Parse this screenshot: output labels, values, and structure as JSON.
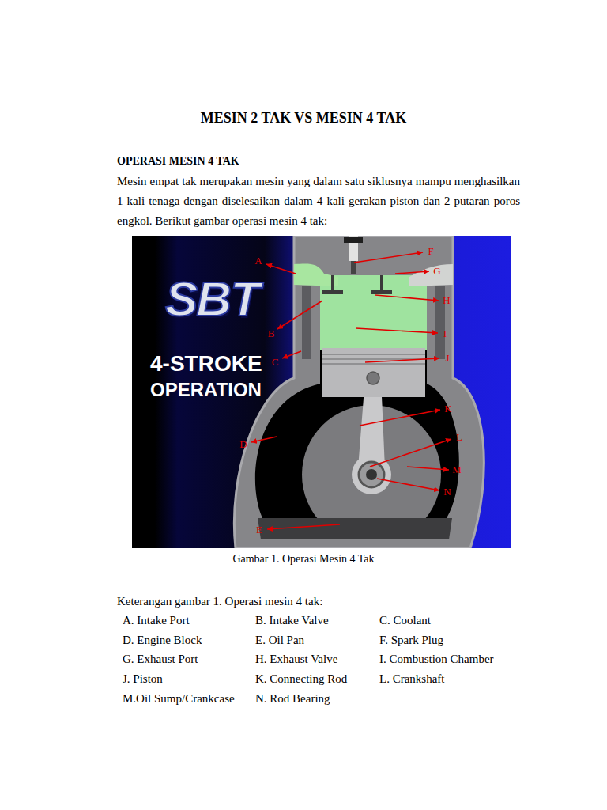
{
  "diagram": {
    "title": "MESIN 2 TAK VS MESIN 4 TAK",
    "caption": "Gambar 1. Operasi Mesin 4 Tak",
    "labels": [
      "OPERASI MESIN 4 TAK",
      "Mesin empat tak merupakan mesin yang dalam satu siklusnya mampu menghasilkan 1 kali tenaga dengan diselesaikan dalam 4 kali gerakan piston dan 2 putaran poros engkol. Berikut gambar operasi mesin 4 tak:",
      "SBT",
      "4-STROKE",
      "OPERATION",
      "A",
      "B",
      "C",
      "D",
      "E",
      "F",
      "G",
      "H",
      "I",
      "J",
      "K",
      "L",
      "M",
      "N",
      "Keterangan gambar 1. Operasi mesin 4 tak:",
      "A. Intake Port",
      "B. Intake Valve",
      "C. Coolant",
      "D. Engine Block",
      "E. Oil Pan",
      "F. Spark Plug",
      "G. Exhaust Port",
      "H. Exhaust Valve",
      "I. Combustion Chamber",
      "J. Piston",
      "K. Connecting Rod",
      "L. Crankshaft",
      "M.Oil Sump/Crankcase",
      "N. Rod Bearing"
    ]
  }
}
